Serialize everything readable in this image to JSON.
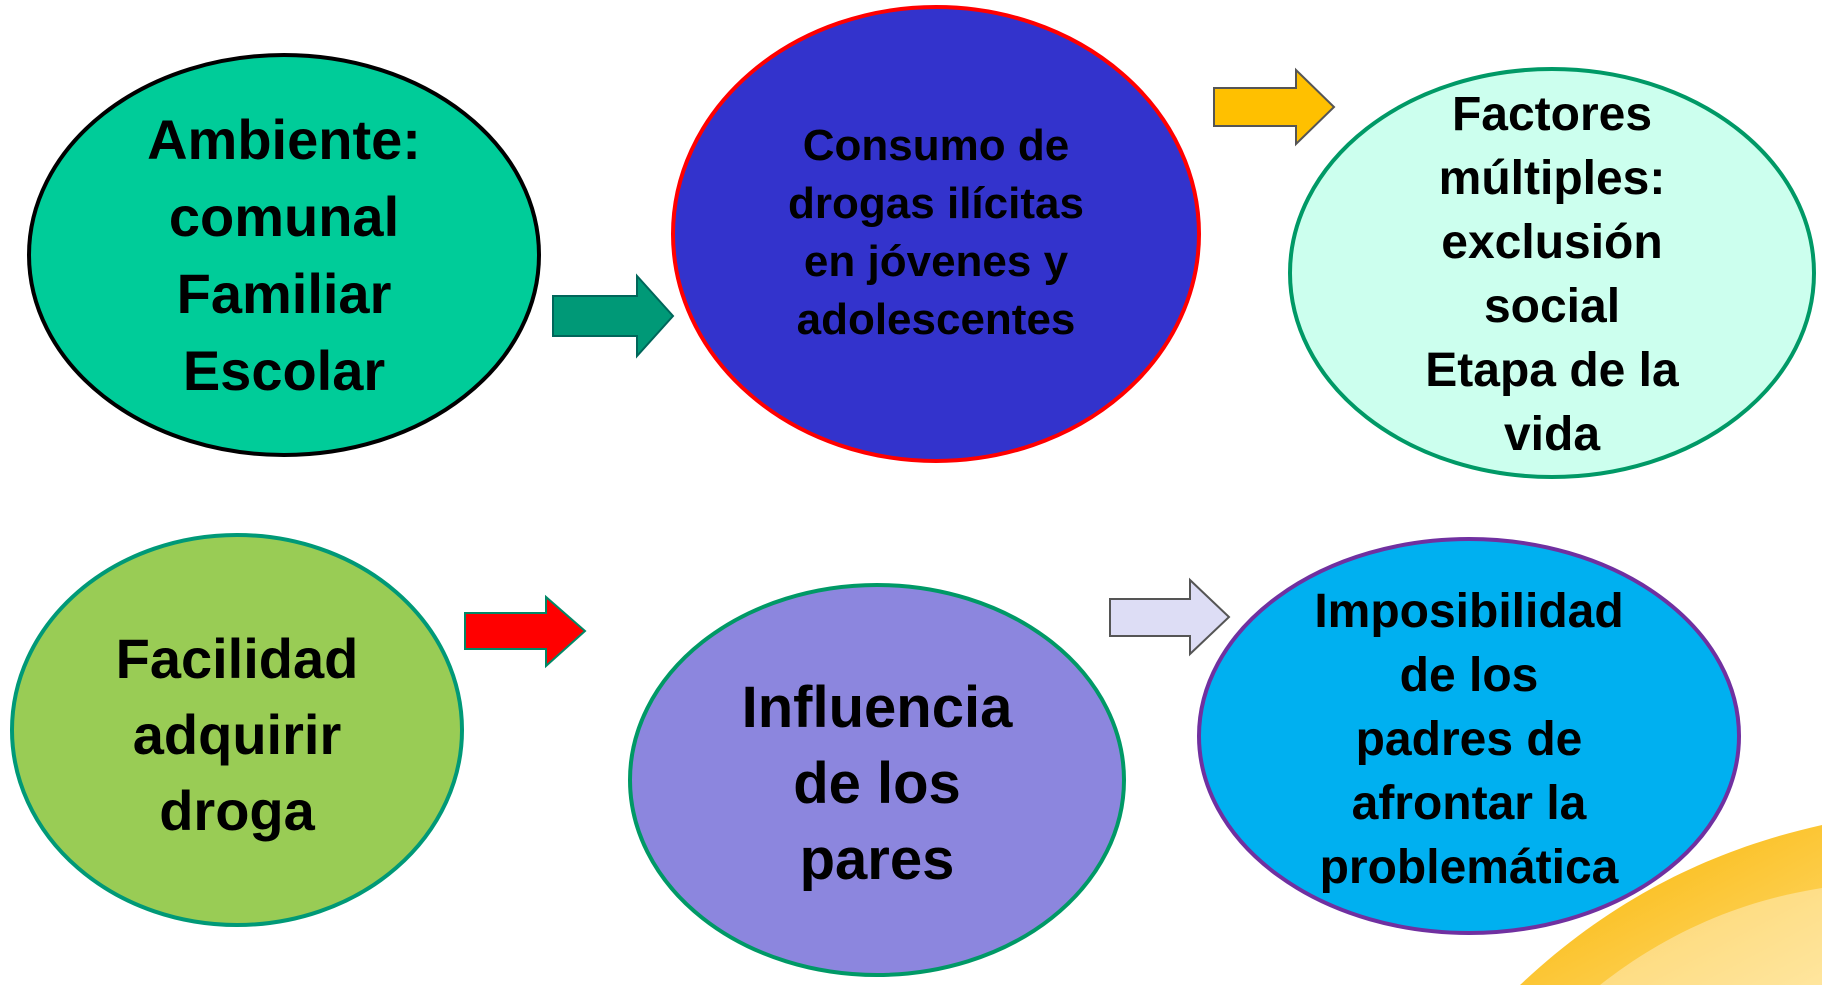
{
  "nodes": [
    {
      "id": "ambiente",
      "lines": [
        "Ambiente:",
        "comunal",
        "Familiar",
        "Escolar"
      ],
      "fill": "#00CC99",
      "stroke": "#000000"
    },
    {
      "id": "consumo",
      "lines": [
        "Consumo de",
        "drogas ilícitas",
        "en jóvenes y",
        "adolescentes"
      ],
      "fill": "#3333CC",
      "stroke": "#FF0000"
    },
    {
      "id": "factores",
      "lines": [
        "Factores",
        "múltiples:",
        "exclusión",
        "social",
        "Etapa de la",
        "vida"
      ],
      "fill": "#CCFFEE",
      "stroke": "#009966"
    },
    {
      "id": "facilidad",
      "lines": [
        "Facilidad",
        "adquirir",
        "droga"
      ],
      "fill": "#99CC55",
      "stroke": "#009977"
    },
    {
      "id": "influencia",
      "lines": [
        "Influencia",
        "de los",
        "pares"
      ],
      "fill": "#8C86DE",
      "stroke": "#009966"
    },
    {
      "id": "imposibilidad",
      "lines": [
        "Imposibilidad",
        "de los",
        "padres de",
        "afrontar la",
        "problemática"
      ],
      "fill": "#00B0F0",
      "stroke": "#7030A0"
    }
  ],
  "arrows": [
    {
      "id": "arrow-teal",
      "fill": "#009977",
      "stroke": "#00665A"
    },
    {
      "id": "arrow-gold",
      "fill": "#FFC000",
      "stroke": "#555555"
    },
    {
      "id": "arrow-red",
      "fill": "#FF0000",
      "stroke": "#008866"
    },
    {
      "id": "arrow-lavender",
      "fill": "#DDDDF5",
      "stroke": "#555555"
    }
  ],
  "decoration": {
    "swoosh_colors": [
      "#F8B400",
      "#FFD86A"
    ]
  }
}
